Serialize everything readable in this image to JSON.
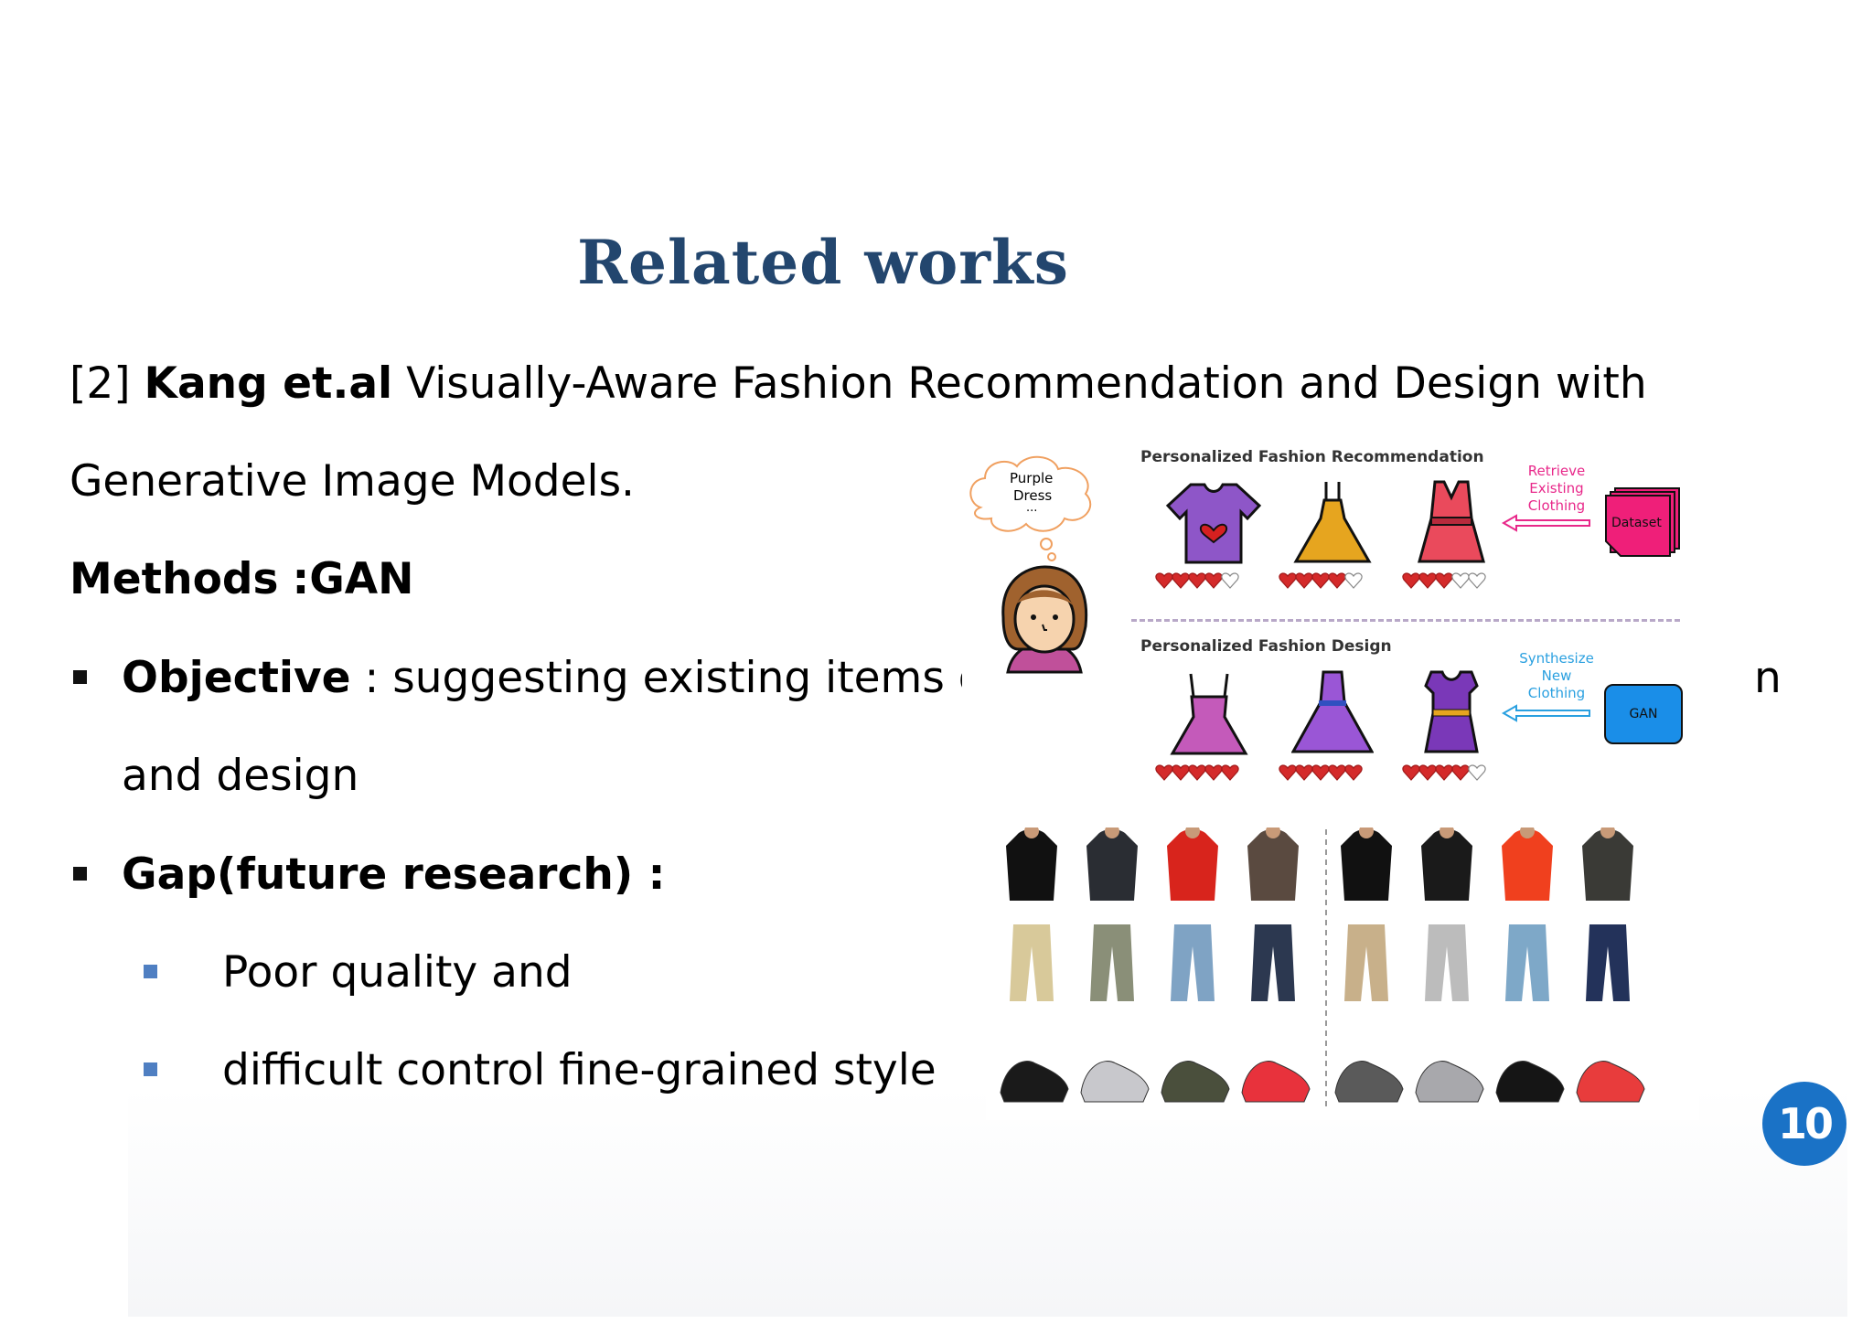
{
  "slide": {
    "title": "Related works",
    "reference": {
      "number": "[2]",
      "authors": "Kang et.al",
      "title_line1": "Visually-Aware Fashion Recommendation and Design with",
      "title_line2": "Generative Image Models."
    },
    "methods": {
      "label": "Methods",
      "value": ":GAN"
    },
    "objective": {
      "label": "Objective",
      "text": " : suggesting existing items o",
      "cut_char": "n",
      "continuation": "and design"
    },
    "gap": {
      "label": "Gap(future research) :"
    },
    "gap_items": [
      "Poor quality and",
      "difficult control fine-grained style"
    ],
    "page_number": "10"
  },
  "figure": {
    "recommendation_title": "Personalized Fashion Recommendation",
    "design_title": "Personalized Fashion Design",
    "thought": [
      "Purple",
      "Dress",
      "..."
    ],
    "retrieve_label": [
      "Retrieve",
      "Existing",
      "Clothing"
    ],
    "dataset_label": "Dataset",
    "synthesize_label": [
      "Synthesize",
      "New",
      "Clothing"
    ],
    "gan_label": "GAN",
    "colors": {
      "retrieve": "#e8288a",
      "synthesize": "#2aa0e0",
      "dataset": "#ef1f79",
      "gan": "#1a8ee8",
      "heart": "#d42a2a"
    },
    "ratings_top": [
      4,
      4,
      3
    ],
    "ratings_bottom": [
      5,
      5,
      4
    ]
  }
}
